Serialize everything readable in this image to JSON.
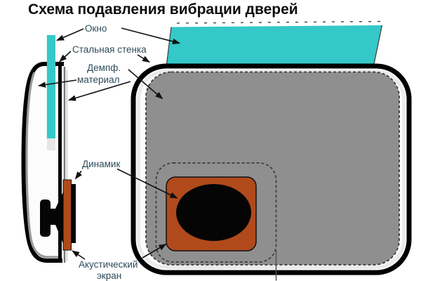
{
  "title": "Схема подавления вибрации дверей",
  "labels": {
    "window": "Окно",
    "steel_wall": "Стальная стенка",
    "damping_line1": "Демпф.",
    "damping_line2": "материал",
    "speaker": "Динамик",
    "acoustic_screen_line1": "Акустический",
    "acoustic_screen_line2": "экран"
  },
  "colors": {
    "window": "#34c8c8",
    "damping_material": "#8f8f8f",
    "acoustic_screen": "#b04a1a",
    "outline": "#000000",
    "label_text": "#2d4a5a",
    "title_text": "#0d0d0d"
  }
}
